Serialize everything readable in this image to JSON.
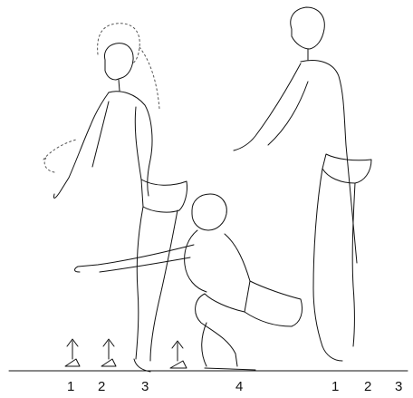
{
  "illustration": {
    "position_labels": [
      "1",
      "2",
      "3",
      "4",
      "1",
      "2",
      "3"
    ],
    "colors": {
      "ink": "#111111",
      "ghost": "#555555",
      "background": "#ffffff"
    },
    "markers": [
      "foot-arrow-icon",
      "foot-arrow-icon",
      "foot-arrow-icon"
    ]
  }
}
